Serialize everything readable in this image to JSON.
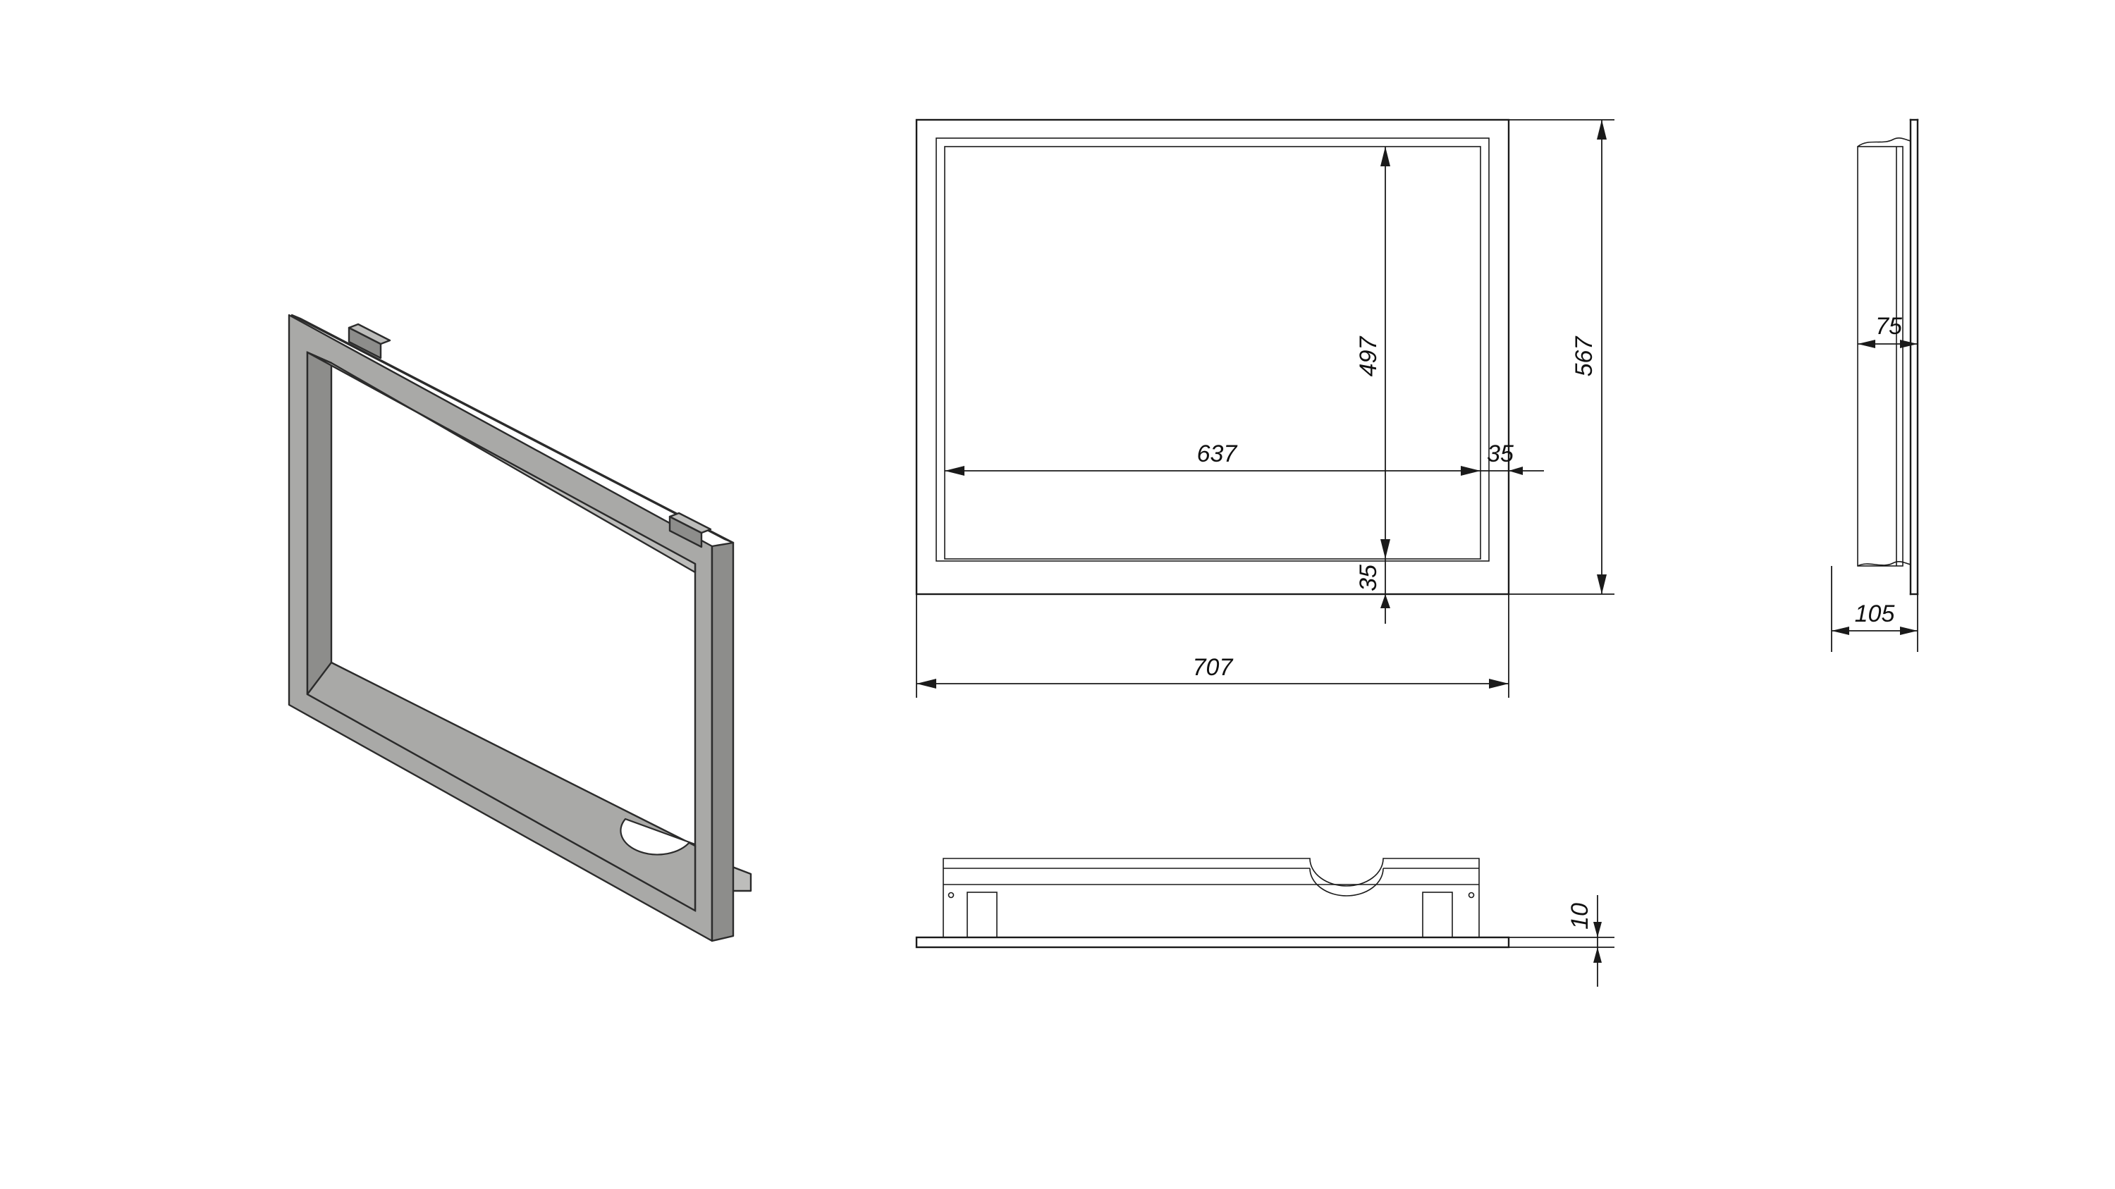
{
  "dimensions": {
    "front_view": {
      "outer_width": "707",
      "outer_height": "567",
      "inner_width": "637",
      "inner_height": "497",
      "side_border": "35",
      "bottom_border": "35"
    },
    "side_view": {
      "inner_depth": "75",
      "total_depth": "105"
    },
    "bottom_view": {
      "plate_thickness": "10"
    }
  },
  "colors": {
    "line": "#1a1a1a",
    "iso_face": "#a9a9a7",
    "iso_dark": "#8d8d8b",
    "iso_light": "#bdbdbb"
  }
}
